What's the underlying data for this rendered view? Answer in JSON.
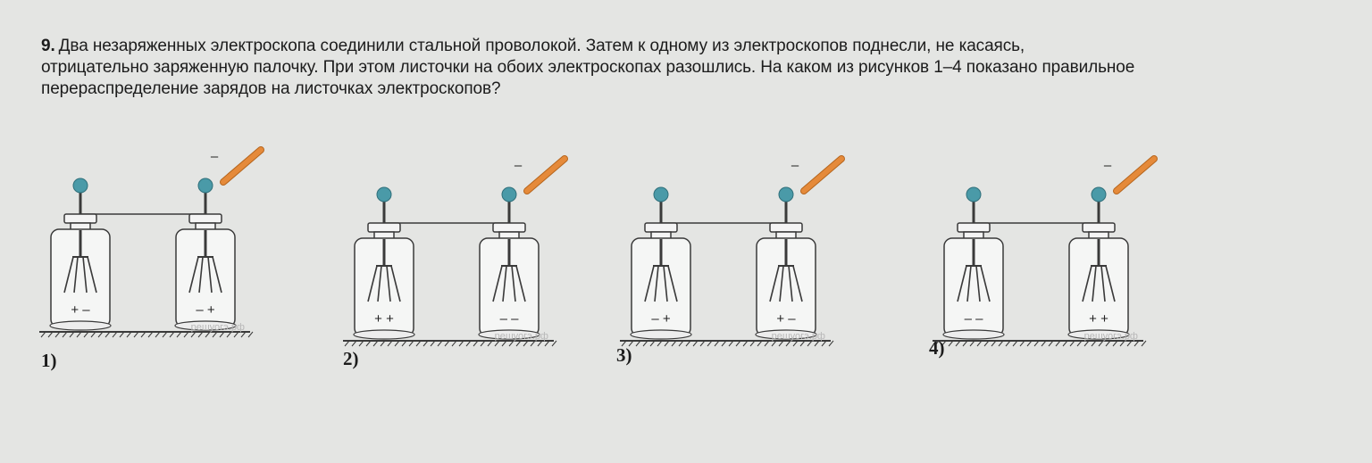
{
  "question": {
    "number": "9.",
    "lines": [
      "Два незаряженных электроскопа соединили стальной проволокой. Затем к одному из электроскопов поднесли, не касаясь,",
      "отрицательно заряженную палочку. При этом листочки на обоих электроскопах разошлись. На каком из рисунков 1–4 показано правильное",
      "перераспределение зарядов на листочках электроскопов?"
    ]
  },
  "figures": [
    {
      "label": "1)",
      "rod_charge": "–",
      "left_charges": "+ –",
      "right_charges": "– +",
      "watermark": "решуогэ.рф"
    },
    {
      "label": "2)",
      "rod_charge": "–",
      "left_charges": "+ +",
      "right_charges": "– –",
      "watermark": "решуогэ.рф"
    },
    {
      "label": "3)",
      "rod_charge": "–",
      "left_charges": "– +",
      "right_charges": "+ –",
      "watermark": "решуогэ.рф"
    },
    {
      "label": "4)",
      "rod_charge": "–",
      "left_charges": "– –",
      "right_charges": "+ +",
      "watermark": "решуогэ.рф"
    }
  ],
  "colors": {
    "ball": "#4a9aa8",
    "rod": "#e58a3a",
    "line": "#3a3a3a"
  }
}
